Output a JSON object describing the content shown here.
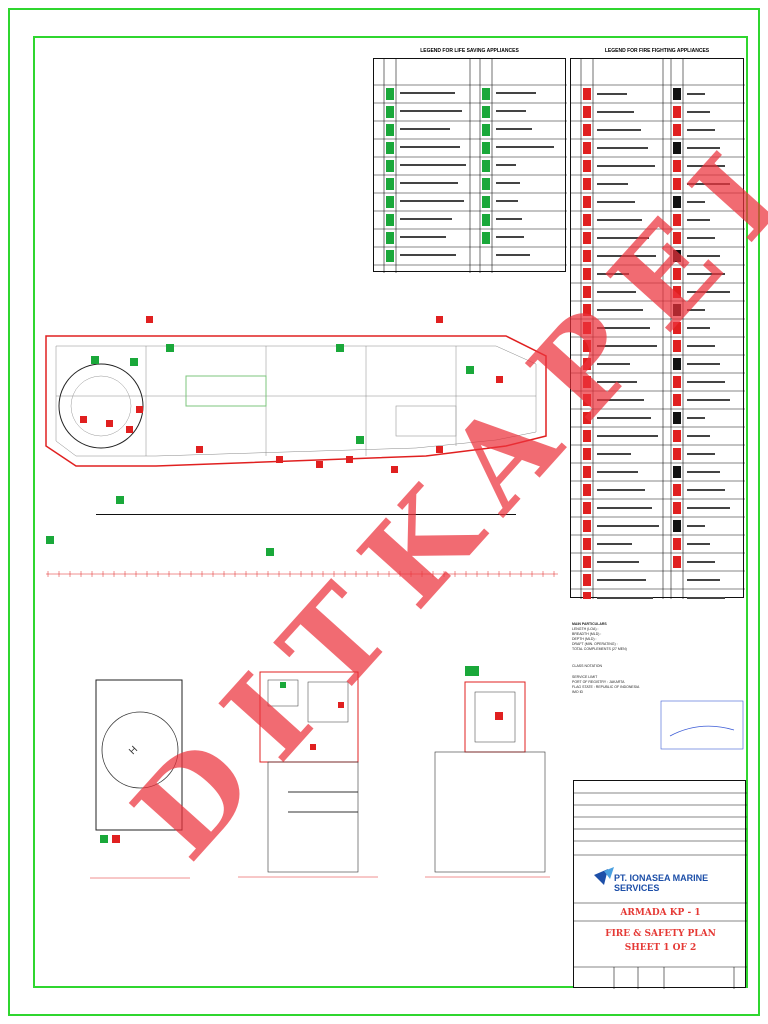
{
  "legends": {
    "life_saving_title": "LEGEND FOR LIFE SAVING APPLIANCES",
    "fire_fighting_title": "LEGEND FOR FIRE FIGHTING APPLIANCES"
  },
  "company": {
    "name": "PT. IONASEA MARINE SERVICES"
  },
  "title_block": {
    "vessel": "ARMADA KP - 1",
    "drawing_title_1": "FIRE & SAFETY PLAN",
    "drawing_title_2": "SHEET 1 OF 2"
  },
  "stamp": {
    "text": "DITKAPEL"
  },
  "particulars": {
    "heading": "MAIN PARTICULARS",
    "lines": [
      "LENGTH (LOA)  :  ",
      "BREADTH (MLD)  :  ",
      "DEPTH (MLD)  :  ",
      "DRAFT (MIN. OPERATING)  :  ",
      "TOTAL COMPLEMENTS (27 MEN)",
      "CLASS NOTATION",
      "SERVICE LIMIT",
      "PORT OF REGISTRY  :  JAKARTA",
      "FLAG STATE  :  REPUBLIC OF INDONESIA",
      "IMO ID"
    ]
  },
  "colors": {
    "frame": "#2fd62f",
    "stamp": "#eb323c",
    "symbol_green": "#1aa83a",
    "symbol_red": "#e02020",
    "company_blue": "#1d4fa8"
  }
}
